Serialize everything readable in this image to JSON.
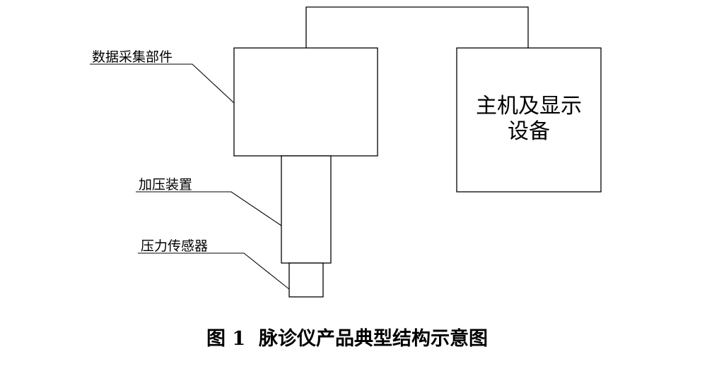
{
  "diagram": {
    "labels": {
      "data_acquisition": "数据采集部件",
      "pressurizer": "加压装置",
      "pressure_sensor": "压力传感器"
    },
    "host": {
      "line1": "主机及显示",
      "line2": "设备"
    },
    "caption": "图 1  脉诊仪产品典型结构示意图"
  }
}
